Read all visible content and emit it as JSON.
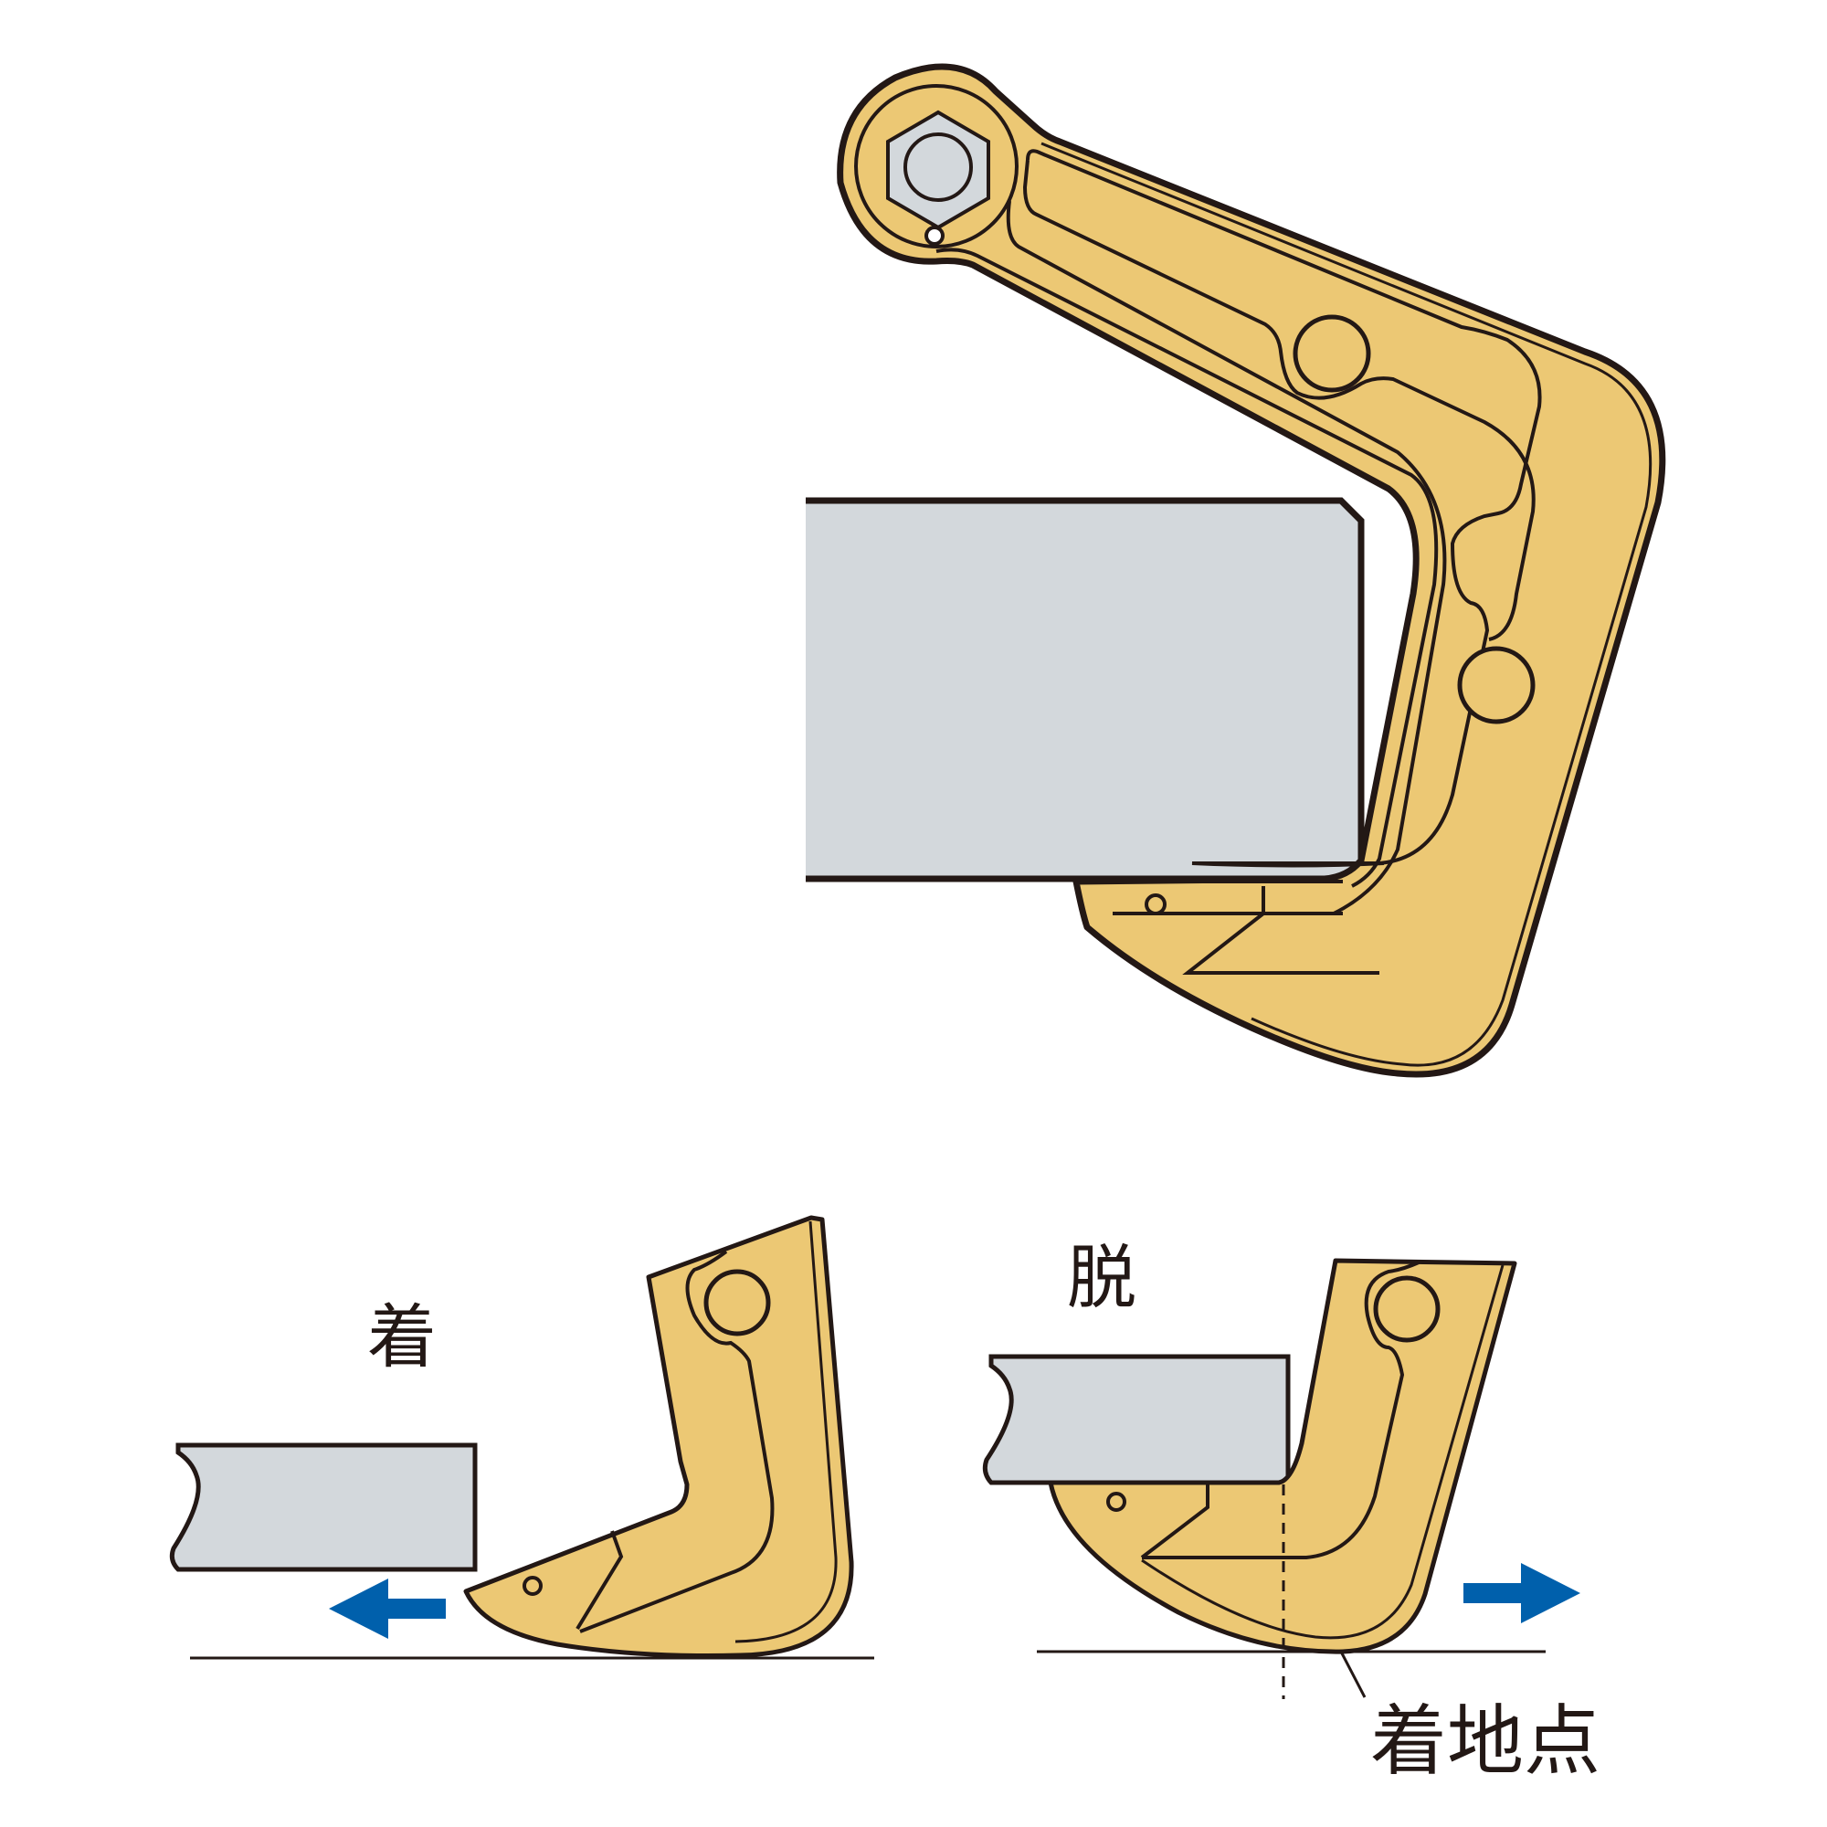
{
  "labels": {
    "attach": "着",
    "detach": "脱",
    "landing_point": "着地点"
  },
  "colors": {
    "clamp_fill": "#ecc874",
    "outline": "#231815",
    "steel_plate": "#d3d8dc",
    "arrow": "#0060ac",
    "background": "#ffffff"
  },
  "icons": {
    "attach_arrow": "arrow-left-icon",
    "detach_arrow": "arrow-right-icon",
    "bolt": "hex-bolt-icon"
  }
}
